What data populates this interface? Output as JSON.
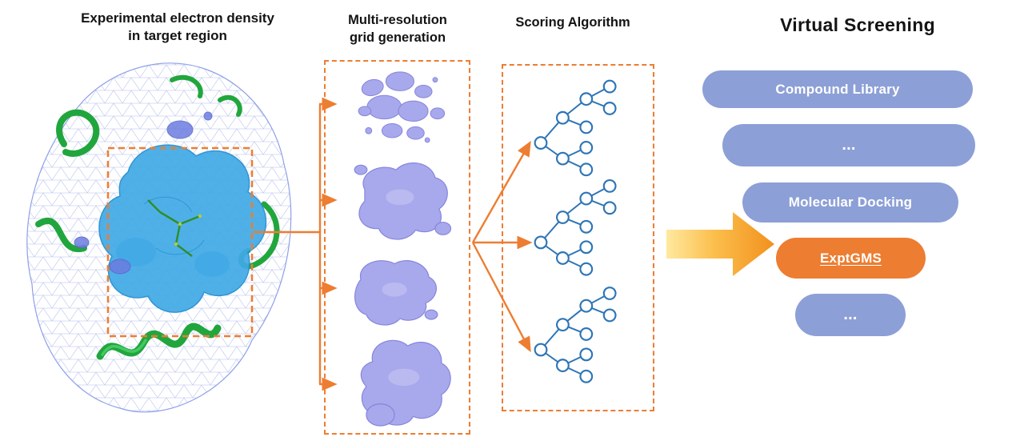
{
  "columns": {
    "density": {
      "title": "Experimental electron density\nin target region"
    },
    "grid": {
      "title": "Multi-resolution\ngrid generation"
    },
    "scoring": {
      "title": "Scoring Algorithm"
    },
    "screening": {
      "title": "Virtual Screening"
    }
  },
  "screening": {
    "pills": [
      {
        "label": "Compound Library",
        "variant": "blue"
      },
      {
        "label": "...",
        "variant": "blue"
      },
      {
        "label": "Molecular Docking",
        "variant": "blue"
      },
      {
        "label": "ExptGMS",
        "variant": "orange"
      },
      {
        "label": "...",
        "variant": "blue"
      }
    ]
  },
  "colors": {
    "accent_orange": "#ED7D31",
    "pill_blue": "#8C9FD6",
    "tree_blue": "#2E75B6",
    "grid_purple": "#A8A8EC",
    "density_blue": "#41AAE6",
    "ribbon_green": "#21A63D"
  }
}
